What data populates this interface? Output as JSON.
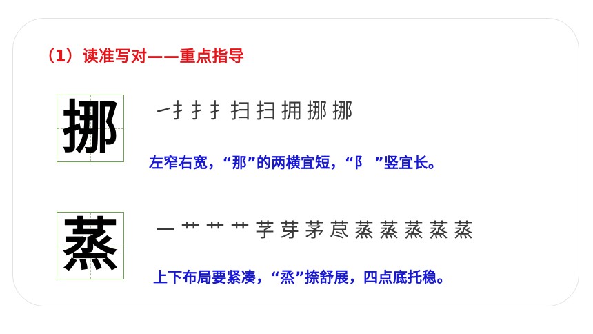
{
  "title": "（1）读准写对——重点指导",
  "characters": [
    {
      "glyph": "挪",
      "strokes": [
        "㇀",
        "扌",
        "扌",
        "扌",
        "扫",
        "扫",
        "拥",
        "挪",
        "挪"
      ],
      "tip": "左窄右宽，“那”的两横宜短，“阝 ”竖宜长。"
    },
    {
      "glyph": "蒸",
      "strokes": [
        "一",
        "艹",
        "艹",
        "艹",
        "芓",
        "芽",
        "茅",
        "荩",
        "蒸",
        "蒸",
        "蒸",
        "蒸",
        "蒸"
      ],
      "tip": "上下布局要紧凑，“烝”捺舒展，四点底托稳。"
    }
  ]
}
